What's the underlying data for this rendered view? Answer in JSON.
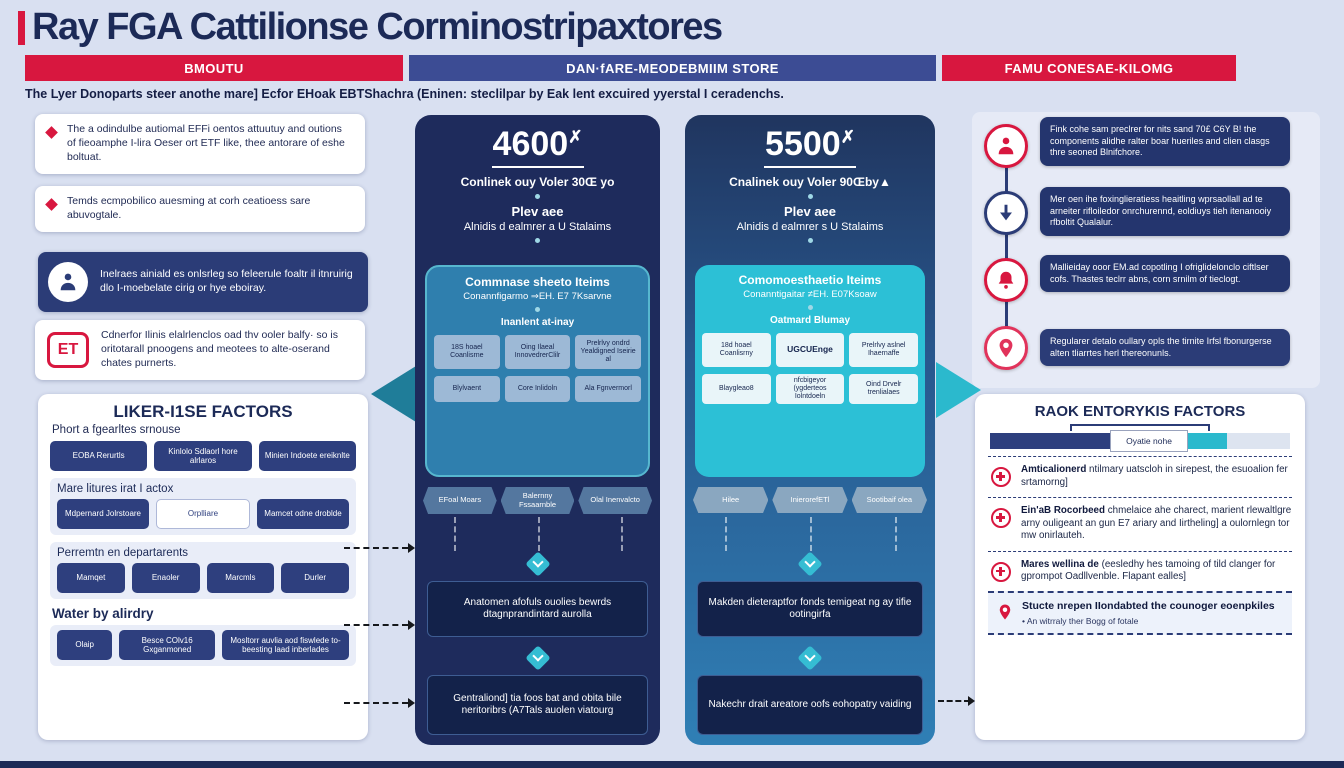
{
  "title": "Ray FGA Cattilionse Corminostripaxtores",
  "headers": {
    "left": "BMOUTU",
    "center": "DAN·fARE-MEODEBMIIM STORE",
    "right": "FAMU CONESAE-KILOMG"
  },
  "subtitle": "The Lyer Donoparts steer anothe mare] Ecfor EHoak EBTShachra (Eninen: steclilpar by Eak lent excuired yyerstal I ceradenchs.",
  "left_column": {
    "callout1": "The a odindulbe autiomal EFFi oentos attuutuy and outions of fieoamphe I-lira Oeser ort ETF like, thee antorare of eshe boltuat.",
    "callout2": "Temds ecmpobilico auesming at corh ceatioess sare abuvogtale.",
    "callout3": "Inelraes ainiald es onlsrleg so feleerule foaltr il itnruirig dlo I-moebelate cirig or hye eboiray.",
    "callout4": "Cdnerfor Ilinis elalrlenclos oad thv ooler balfy· so is oritotarall pnoogens and meotees to alte-oserand chates purnerts.",
    "et_icon_label": "ET",
    "factors": {
      "title": "LIKER-I1SE FACTORS",
      "subtitle": "Phort a fgearltes srnouse",
      "row1": [
        "EOBA Rerurtls",
        "Kinlolo Sdlaorl hore alrlaros",
        "Minien Indoete ereiknlte"
      ],
      "group2": "Mare litures irat I actox",
      "row2": [
        "Mdpernard Jolrstoare",
        "Orplliare",
        "Mamcet odne droblde"
      ],
      "group3": "Perremtn en departarents",
      "row3": [
        "Mamqet",
        "Enaoler",
        "Marcmls",
        "Durler"
      ],
      "group4": "Water by alirdry",
      "row4": [
        "Olaip",
        "Besce COlv16 Gxganmoned",
        "Mosltorr auvlia aod fiswlede to-beesting laad inberlades"
      ]
    }
  },
  "panel_left": {
    "big_number": "4600",
    "big_sup": "✗",
    "subline": "Conlinek ouy Voler 30Œ yo",
    "lead": "Plev aee",
    "lead2": "Alnidis d ealmrer a U Stalaims",
    "box": {
      "title": "Commnase sheeto Iteims",
      "sub": "Conannfigarmo ⇒EH. E7 7Ksarvne",
      "label": "Inanlent at-inay",
      "cells": [
        "18S hoael Coanlisrne",
        "Oing Ilaeal InnovedrerClilr",
        "Prelrlvy ondrd Yealdigned Iseirie al"
      ],
      "cells2": [
        "Blylvaent",
        "Core Inlidoln",
        "Ala Fgnvermorl"
      ]
    },
    "tags": [
      "EFoal Moars",
      "Balernny Fssaarnble",
      "Olal Inenvalcto"
    ],
    "flow1": "Anatomen afofuls ouolies bewrds dtagnprandintard aurolla",
    "flow2": "Gentraliond] tia foos bat and obita bile neritoribrs (A7Tals auolen viatourg"
  },
  "panel_right": {
    "big_number": "5500",
    "big_sup": "✗",
    "subline": "Cnalinek ouy Voler 90Œby▲",
    "lead": "Plev aee",
    "lead2": "Alnidis d ealmrer s U Stalaims",
    "box": {
      "title": "Comomoesthaetio Iteims",
      "sub": "Conanntigaitar ≠EH. E07Ksoaw",
      "label": "Oatmard Blumay",
      "cells": [
        "18d hoael Coanlisrny",
        "UGCUEnge",
        "Prelrlvy aslnel Ihaernaffe"
      ],
      "cells2": [
        "Blaygleao8",
        "nfcbigeyor (ygderteos Iolntdoeln",
        "Oind Drvelr trenlialaes"
      ]
    },
    "tags": [
      "Hilee",
      "InierorefETl",
      "Sootibaif olea"
    ],
    "flow1": "Makden dieteraptfor fonds temigeat ng ay tifie ootingirfa",
    "flow2": "Nakechr drait areatore oofs eohopatry vaiding"
  },
  "right_column": {
    "info1": "Fink cohe sam preclrer for nits sand 70£ C6Y B! the components alidhe ralter boar hueriles and clien clasgs thre seoned Blnifchore.",
    "info2": "Mer oen ihe foxinglieratiess heaitling wprsaollall ad te arneiter rifloiledor onrchurennd, eoldiuys tieh itenanooiy rfboltit Qualalur.",
    "info3": "Mallieiday ooor EM.ad copotling I ofriglidelonclo ciftlser cofs. Thastes teclrr abns, corn srnilm of tieclogt.",
    "info4": "Regularer detalo oullary opls the tirnite Irfsl fbonurgerse alten tliarrtes herl thereonunls.",
    "factors": {
      "title": "RAOK ENTORYKIS FACTORS",
      "bar_label": "Oyatie nohe",
      "item1_bold": "Amticalionerd",
      "item1_text": " ntilmary uatscloh in sirepest, the esuoalion fer srtamorng]",
      "item2_bold": "Ein'aB Rocorbeed",
      "item2_text": " chmelaice ahe charect, marient rlewaltlgre arny ouligeant an gun E7 ariary and Iirtheling] a oulornlegn tor mw onirlauteh.",
      "item3_bold": "Mares wellina de",
      "item3_text": " (eesledhy hes tamoing of tild clanger for gprompot Oadllvenble. Flapant ealles]",
      "highlight_bold": "Stucte nrepen IIondabted the counoger eoenpkiles",
      "highlight_sub": "• An witrraly ther Bogg of fotale"
    }
  },
  "colors": {
    "red": "#d8173f",
    "navy": "#1e2b5c",
    "header_blue": "#3c4c94",
    "teal": "#2bb9cd",
    "background": "#d9e0f1"
  }
}
